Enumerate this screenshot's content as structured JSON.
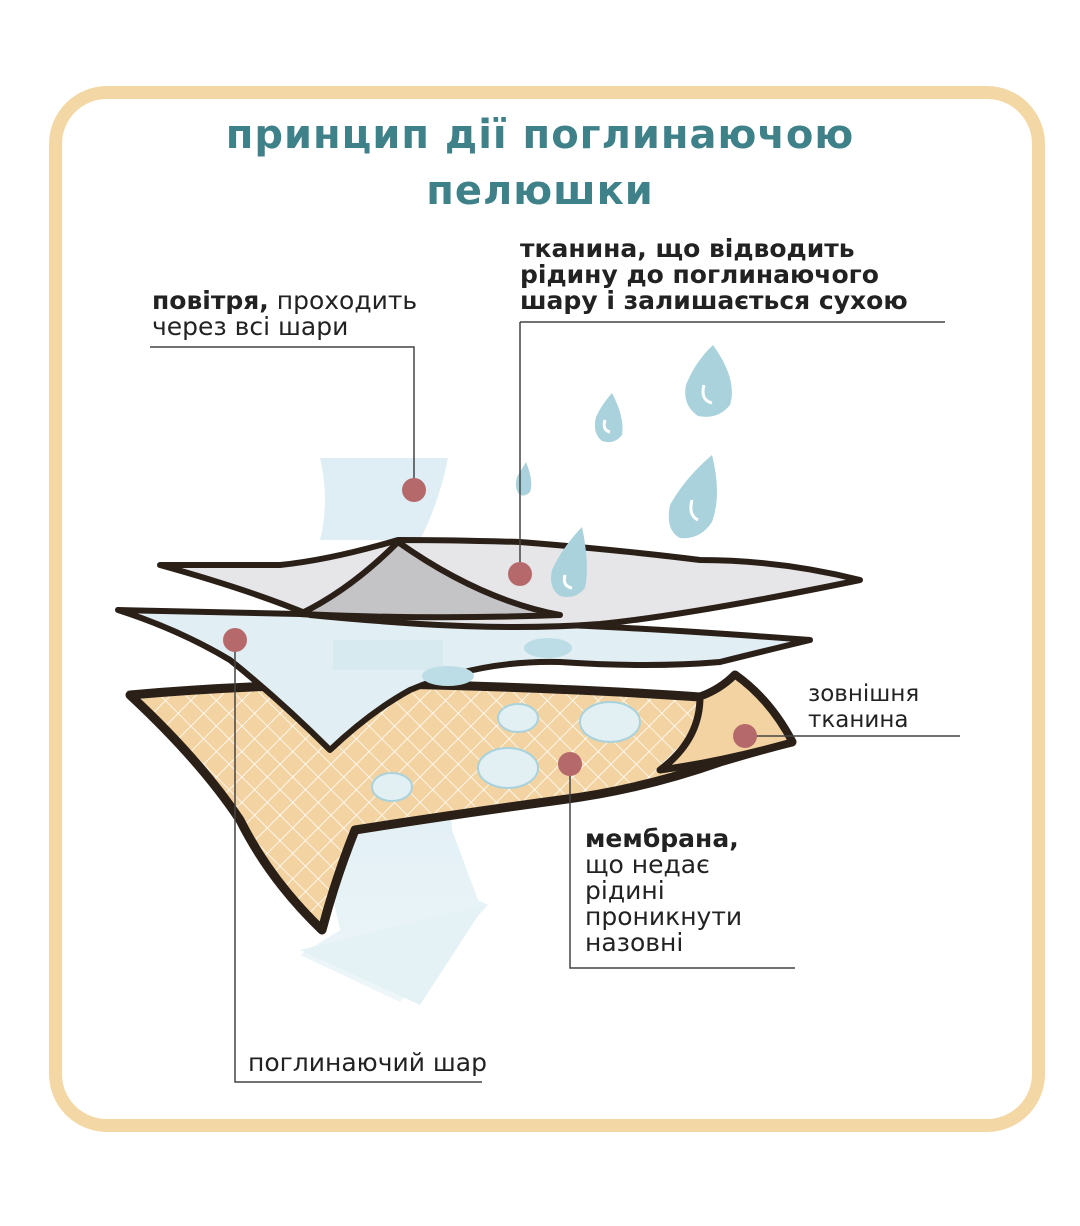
{
  "title": {
    "line1": "принцип дії поглинаючою",
    "line2": "пелюшки"
  },
  "labels": {
    "air": {
      "bold": "повітря,",
      "rest": " проходить",
      "line2": "через всі шари"
    },
    "fabric_top": {
      "line1": "тканина, що відводить",
      "line2": "рідину до поглинаючого",
      "line3": "шару і залишається сухою"
    },
    "outer_fabric": {
      "line1": "зовнішня",
      "line2": "тканина"
    },
    "membrane": {
      "bold": "мембрана,",
      "line2": "що недає",
      "line3": "рідині",
      "line4": "проникнути",
      "line5": "назовні"
    },
    "absorbent": {
      "text": "поглинаючий шар"
    }
  },
  "colors": {
    "title": "#3f8189",
    "frame": "#f3d8a6",
    "marker": "#b5696a",
    "top_fabric": "#e6e6e8",
    "absorbent_layer": "#e1eff4",
    "membrane_layer": "#f2d3a1",
    "outline": "#2b2018",
    "water": "#a9d2dc"
  }
}
